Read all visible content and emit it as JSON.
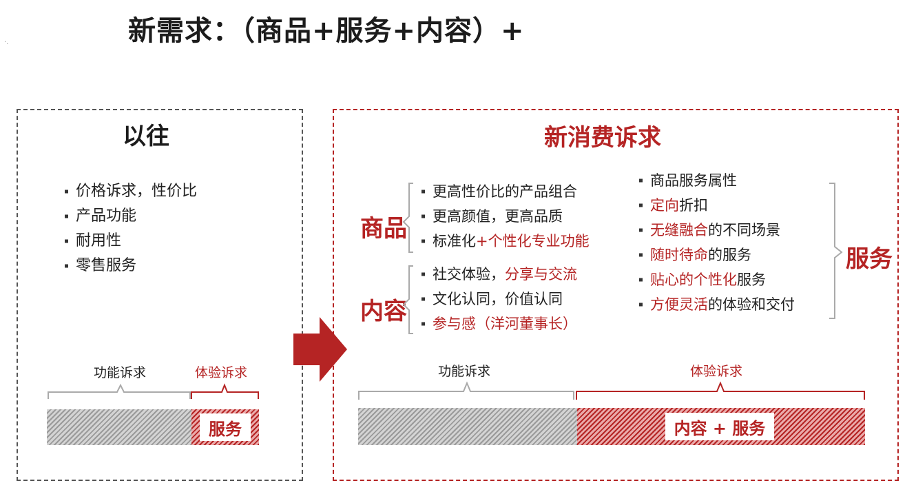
{
  "title": "新需求：（商品+服务+内容）+",
  "corner_mark": "·.",
  "old": {
    "heading": "以往",
    "items": [
      "价格诉求，性价比",
      "产品功能",
      "耐用性",
      "零售服务"
    ],
    "bar": {
      "functional_label": "功能诉求",
      "experience_label": "体验诉求",
      "box_label": "服务"
    }
  },
  "new": {
    "heading": "新消费诉求",
    "goods_label": "商品",
    "content_label": "内容",
    "service_label": "服务",
    "goods_items": [
      {
        "plain": "更高性价比的产品组合",
        "red": "",
        "after": ""
      },
      {
        "plain": "更高颜值，更高品质",
        "red": "",
        "after": ""
      },
      {
        "plain": "标准化",
        "red": "+个性化专业功能",
        "after": ""
      }
    ],
    "content_items": [
      {
        "plain": "社交体验，",
        "red": "分享与交流",
        "after": ""
      },
      {
        "plain": "文化认同，价值认同",
        "red": "",
        "after": ""
      },
      {
        "plain": "",
        "red": "参与感（洋河董事长）",
        "after": ""
      }
    ],
    "service_items": [
      {
        "plain": "商品服务属性",
        "red": "",
        "after": ""
      },
      {
        "plain": "",
        "red": "定向",
        "after": "折扣"
      },
      {
        "plain": "",
        "red": "无缝融合",
        "after": "的不同场景"
      },
      {
        "plain": "",
        "red": "随时待命",
        "after": "的服务"
      },
      {
        "plain": "",
        "red": "贴心的个性化",
        "after": "服务"
      },
      {
        "plain": "",
        "red": "方便灵活",
        "after": "的体验和交付"
      }
    ],
    "bar": {
      "functional_label": "功能诉求",
      "experience_label": "体验诉求",
      "box_label": "内容 + 服务"
    }
  },
  "colors": {
    "accent_red": "#b52424",
    "text_dark": "#1c1c1c",
    "hatch_gray": "#9a9a9a",
    "hatch_red": "#b52424"
  },
  "icons": {
    "arrow": "right-arrow-icon"
  }
}
